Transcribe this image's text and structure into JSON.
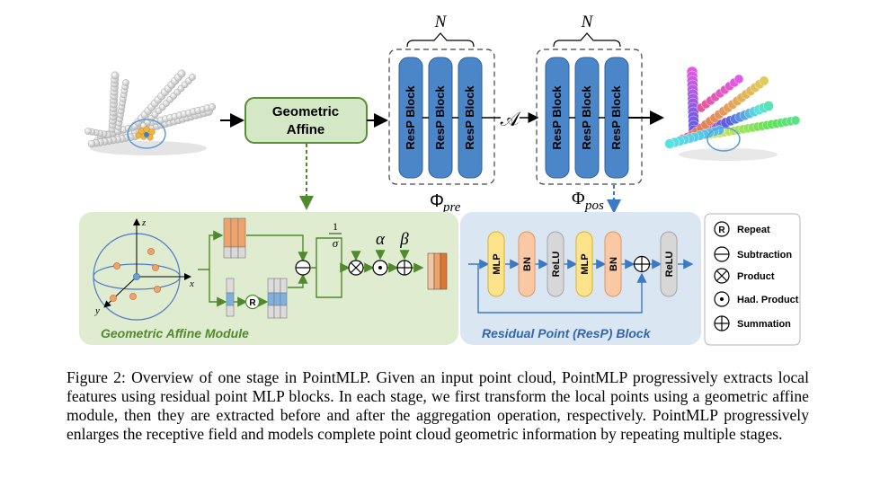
{
  "figure": {
    "stage": {
      "geometric_affine_label": [
        "Geometric",
        "Affine"
      ],
      "resp_block_label": "ResP Block",
      "repeat_count": "N",
      "phi_pre": {
        "symbol": "Φ",
        "subscript": "pre"
      },
      "phi_pos": {
        "symbol": "Φ",
        "subscript": "pos"
      },
      "aggregation_symbol": "𝒜"
    },
    "affine_module": {
      "title": "Geometric Affine Module",
      "axis_labels": {
        "z": "z",
        "x": "x",
        "y": "y"
      },
      "repeat_letter": "R",
      "sigma_numerator": "1",
      "sigma_denominator": "σ",
      "alpha": "α",
      "beta": "β"
    },
    "resp_block": {
      "title": "Residual Point (ResP) Block",
      "layers": [
        "MLP",
        "BN",
        "ReLU",
        "MLP",
        "BN",
        "ReLU"
      ]
    },
    "legend": [
      {
        "symbol": "R",
        "label": "Repeat"
      },
      {
        "symbol": "minus",
        "label": "Subtraction"
      },
      {
        "symbol": "times",
        "label": "Product"
      },
      {
        "symbol": "dot",
        "label": "Had. Product"
      },
      {
        "symbol": "plus",
        "label": "Summation"
      }
    ],
    "colors": {
      "affine_fill": "#d5e8c5",
      "affine_border": "#5a8f3a",
      "resp_fill": "#4a86c8",
      "resp_panel": "#dbe6f3",
      "mlp_fill": "#fde38a",
      "bn_fill": "#f9c8a4",
      "relu_fill": "#d7d7d7",
      "feature_orange": "#f0a26b"
    }
  },
  "caption": {
    "label": "Figure 2:",
    "text": "Overview of one stage in PointMLP. Given an input point cloud, PointMLP progressively extracts local features using residual point MLP blocks. In each stage, we first transform the local points using a geometric affine module, then they are extracted before and after the aggregation operation, respectively. PointMLP progressively enlarges the receptive field and models complete point cloud geometric information by repeating multiple stages."
  }
}
